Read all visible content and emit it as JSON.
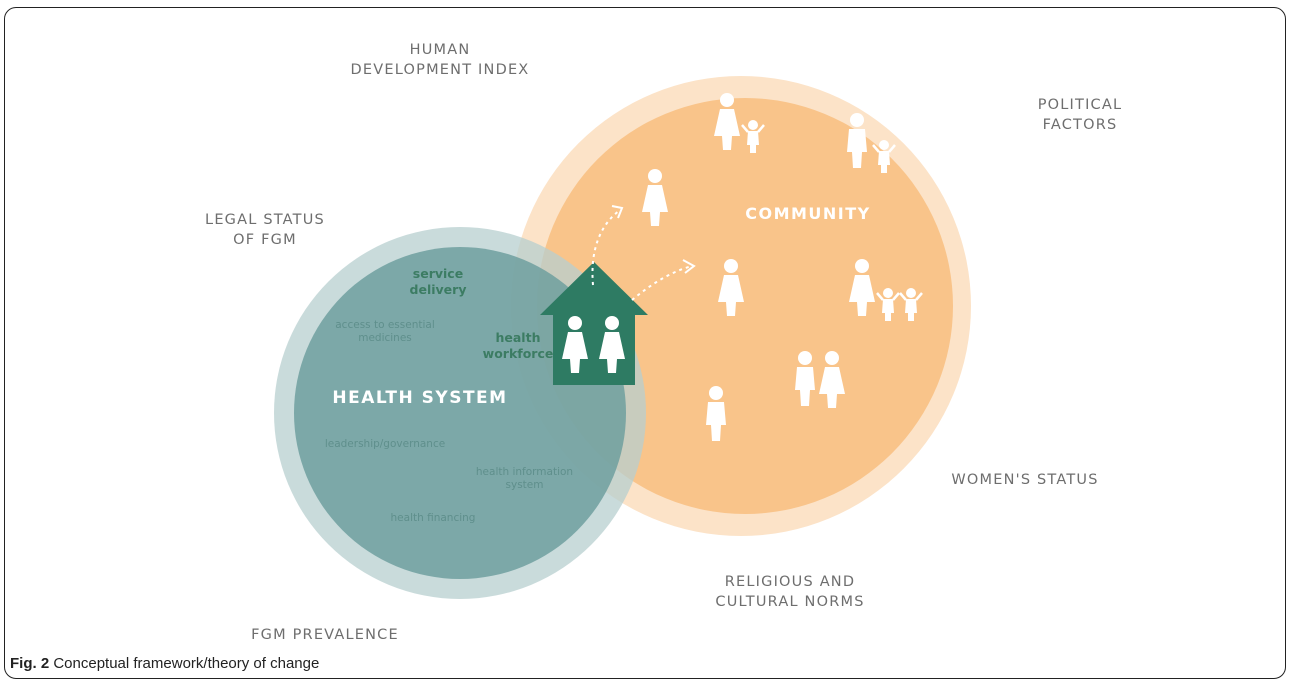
{
  "outer_labels": {
    "human_development_index": "HUMAN\nDEVELOPMENT INDEX",
    "political_factors": "POLITICAL\nFACTORS",
    "legal_status": "LEGAL STATUS\nOF FGM",
    "womens_status": "WOMEN'S STATUS",
    "religious_norms": "RELIGIOUS AND\nCULTURAL NORMS",
    "fgm_prevalence": "FGM PREVALENCE"
  },
  "health_system": {
    "title": "HEALTH SYSTEM",
    "components": {
      "service_delivery": "service\ndelivery",
      "essential_medicines": "access to essential\nmedicines",
      "health_workforce": "health\nworkforce",
      "leadership": "leadership/governance",
      "information_system": "health information\nsystem",
      "financing": "health financing"
    }
  },
  "community": {
    "title": "COMMUNITY"
  },
  "colors": {
    "health_circle": "#7fa9aa",
    "health_ring": "#c4d8d8",
    "community_circle": "#f9c48a",
    "community_ring": "#fce3c8",
    "house": "#2e7b63",
    "label_gray": "#6e6e6e"
  },
  "caption": {
    "prefix": "Fig. 2",
    "text": " Conceptual framework/theory of change"
  }
}
